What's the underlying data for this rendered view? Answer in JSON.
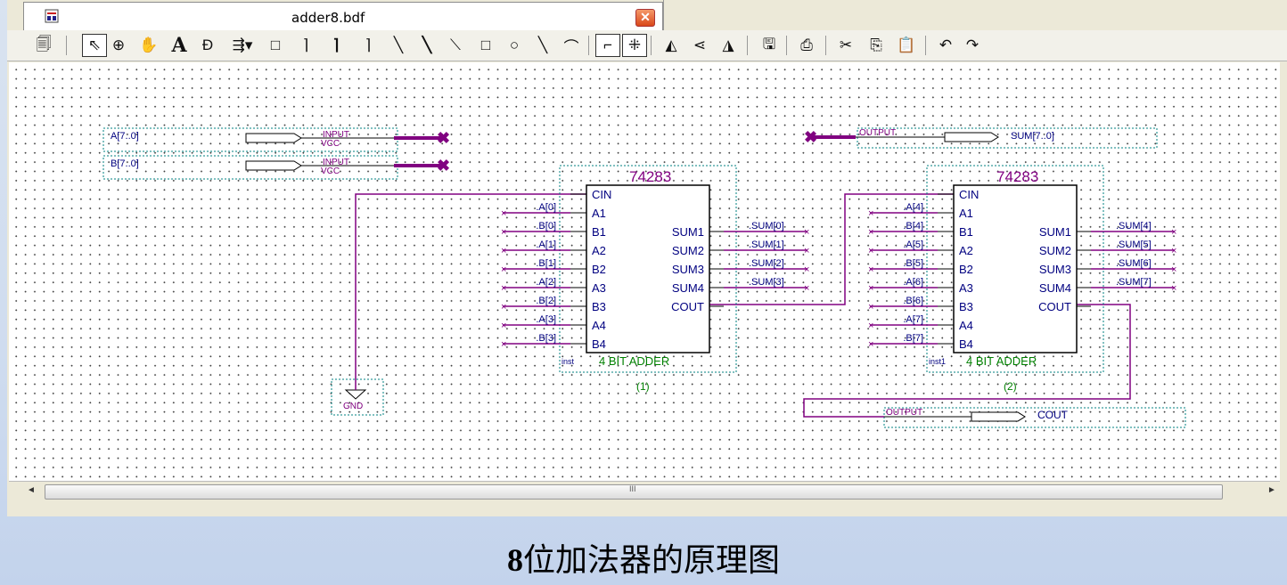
{
  "window": {
    "tab_title": "adder8.bdf",
    "tab_icon": "schematic-file-icon",
    "close_label": "✕"
  },
  "toolbar": {
    "buttons": [
      "save-as-icon",
      "selection-tool-icon",
      "zoom-tool-icon",
      "hand-tool-icon",
      "text-tool-icon",
      "symbol-tool-icon",
      "pin-tool-icon",
      "block-tool-icon",
      "orthogonal-node-icon",
      "orthogonal-bus-icon",
      "orthogonal-conduit-icon",
      "diagonal-node-icon",
      "diagonal-bus-icon",
      "diagonal-conduit-icon",
      "rectangle-icon",
      "ellipse-icon",
      "line-icon",
      "arc-icon",
      "rubberbanding-icon",
      "partial-line-select-icon",
      "flip-horizontal-icon",
      "flip-vertical-icon",
      "rotate-icon",
      "save-icon",
      "print-icon",
      "cut-icon",
      "copy-icon",
      "paste-icon",
      "undo-icon",
      "redo-icon"
    ]
  },
  "schematic": {
    "inputs": [
      {
        "name": "A[7..0]",
        "type": "INPUT",
        "default": "VCC"
      },
      {
        "name": "B[7..0]",
        "type": "INPUT",
        "default": "VCC"
      }
    ],
    "outputs": [
      {
        "name": "SUM[7..0]",
        "type": "OUTPUT"
      },
      {
        "name": "COUT",
        "type": "OUTPUT"
      }
    ],
    "gnd_label": "GND",
    "chips": [
      {
        "part": "74283",
        "inst": "inst",
        "desc": "4 BIT ADDER",
        "index": "(1)",
        "left_pins": [
          "CIN",
          "A1",
          "B1",
          "A2",
          "B2",
          "A3",
          "B3",
          "A4",
          "B4"
        ],
        "right_pins": [
          "SUM1",
          "SUM2",
          "SUM3",
          "SUM4",
          "COUT"
        ],
        "in_nets": [
          "A[0]",
          "B[0]",
          "A[1]",
          "B[1]",
          "A[2]",
          "B[2]",
          "A[3]",
          "B[3]"
        ],
        "out_nets": [
          "SUM[0]",
          "SUM[1]",
          "SUM[2]",
          "SUM[3]"
        ]
      },
      {
        "part": "74283",
        "inst": "inst1",
        "desc": "4 BIT ADDER",
        "index": "(2)",
        "left_pins": [
          "CIN",
          "A1",
          "B1",
          "A2",
          "B2",
          "A3",
          "B3",
          "A4",
          "B4"
        ],
        "right_pins": [
          "SUM1",
          "SUM2",
          "SUM3",
          "SUM4",
          "COUT"
        ],
        "in_nets": [
          "A[4]",
          "B[4]",
          "A[5]",
          "B[5]",
          "A[6]",
          "B[6]",
          "A[7]",
          "B[7]"
        ],
        "out_nets": [
          "SUM[4]",
          "SUM[5]",
          "SUM[6]",
          "SUM[7]"
        ]
      }
    ]
  },
  "scrollbar": {
    "grip": "III",
    "left_arrow": "◄",
    "right_arrow": "►"
  },
  "caption": {
    "num": "8",
    "text": "位加法器的原理图"
  },
  "colors": {
    "wire": "#800080",
    "frame": "#008080",
    "chip_title": "#800080",
    "pin_text": "#000080",
    "desc_text": "#008000"
  }
}
